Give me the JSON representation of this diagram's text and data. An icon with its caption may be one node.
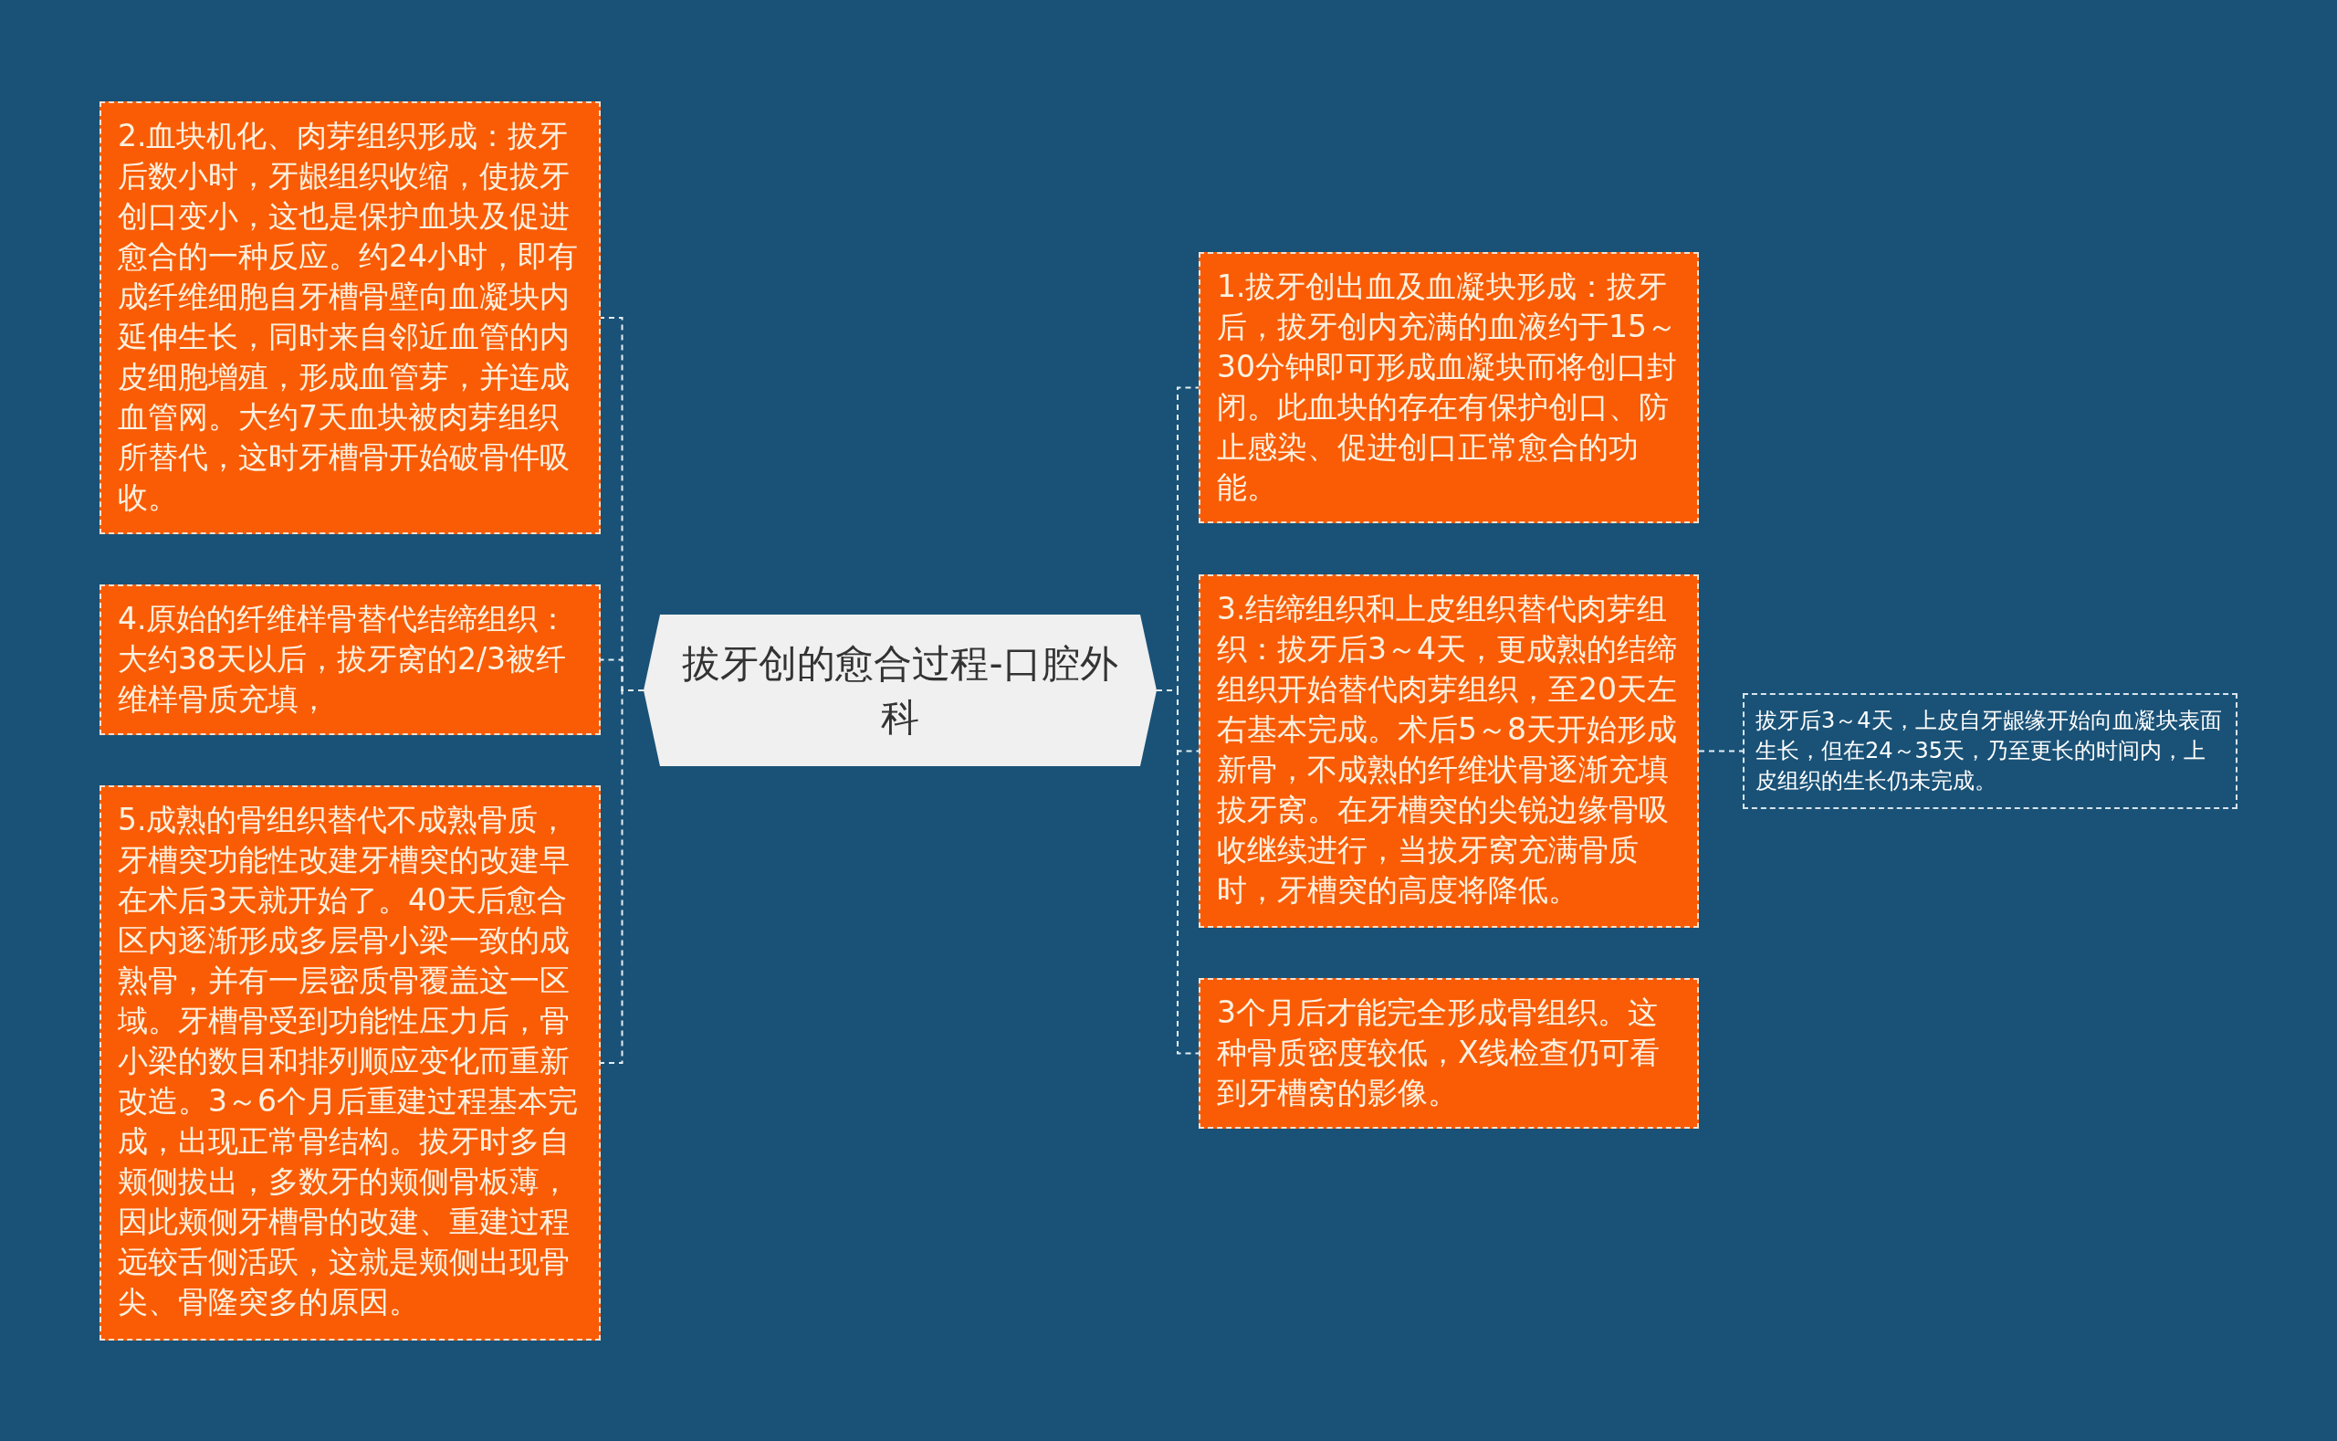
{
  "diagram": {
    "nodes": [
      {
        "text": [
          "拔牙创的愈合过程-口腔外科"
        ]
      },
      {
        "text": [
          "2.血块机化、肉芽组织形成：拔牙后数小时，牙龈组织收缩，使拔牙创口变小，这也是保护血块及促进愈合的一种反应。约24小时，即有成纤维细胞自牙槽骨壁向血凝块内延伸生长，同时来自邻近血管的内皮细胞增殖，形成血管芽，并连成血管网。大约7天血块被肉芽组织所替代，这时牙槽骨开始破骨件吸收。"
        ]
      },
      {
        "text": [
          "4.原始的纤维样骨替代结缔组织：大约38天以后，拔牙窝的2/3被纤维样骨质充填，"
        ]
      },
      {
        "text": [
          "5.成熟的骨组织替代不成熟骨质，牙槽突功能性改建牙槽突的改建早在术后3天就开始了。40天后愈合区内逐渐形成多层骨小梁一致的成熟骨，并有一层密质骨覆盖这一区域。牙槽骨受到功能性压力后，骨小梁的数目和排列顺应变化而重新改造。3～6个月后重建过程基本完成，出现正常骨结构。拔牙时多自颊侧拔出，多数牙的颊侧骨板薄，因此颊侧牙槽骨的改建、重建过程远较舌侧活跃，这就是颊侧出现骨尖、骨隆突多的原因。"
        ]
      },
      {
        "text": [
          "1.拔牙创出血及血凝块形成：拔牙后，拔牙创内充满的血液约于15～30分钟即可形成血凝块而将创口封闭。此血块的存在有保护创口、防止感染、促进创口正常愈合的功能。"
        ]
      },
      {
        "text": [
          "3.结缔组织和上皮组织替代肉芽组织：拔牙后3～4天，更成熟的结缔组织开始替代肉芽组织，至20天左右基本完成。术后5～8天开始形成新骨，不成熟的纤维状骨逐渐充填拔牙窝。在牙槽突的尖锐边缘骨吸收继续进行，当拔牙窝充满骨质时，牙槽突的高度将降低。"
        ]
      },
      {
        "text": [
          "3个月后才能完全形成骨组织。这种骨质密度较低，X线检查仍可看到牙槽窝的影像。"
        ]
      },
      {
        "text": [
          "拔牙后3～4天，上皮自牙龈缘开始向血凝块表面生长，但在24～35天，乃至更长的时间内，上皮组织的生长仍未完成。"
        ]
      }
    ],
    "edges": [
      {
        "from": 0,
        "to": 1,
        "arrow": "none",
        "style": "dashed"
      },
      {
        "from": 0,
        "to": 2,
        "arrow": "none",
        "style": "dashed"
      },
      {
        "from": 0,
        "to": 3,
        "arrow": "none",
        "style": "dashed"
      },
      {
        "from": 0,
        "to": 4,
        "arrow": "none",
        "style": "dashed"
      },
      {
        "from": 0,
        "to": 5,
        "arrow": "none",
        "style": "dashed"
      },
      {
        "from": 0,
        "to": 6,
        "arrow": "none",
        "style": "dashed"
      },
      {
        "from": 5,
        "to": 7,
        "arrow": "none",
        "style": "dashed"
      }
    ]
  }
}
